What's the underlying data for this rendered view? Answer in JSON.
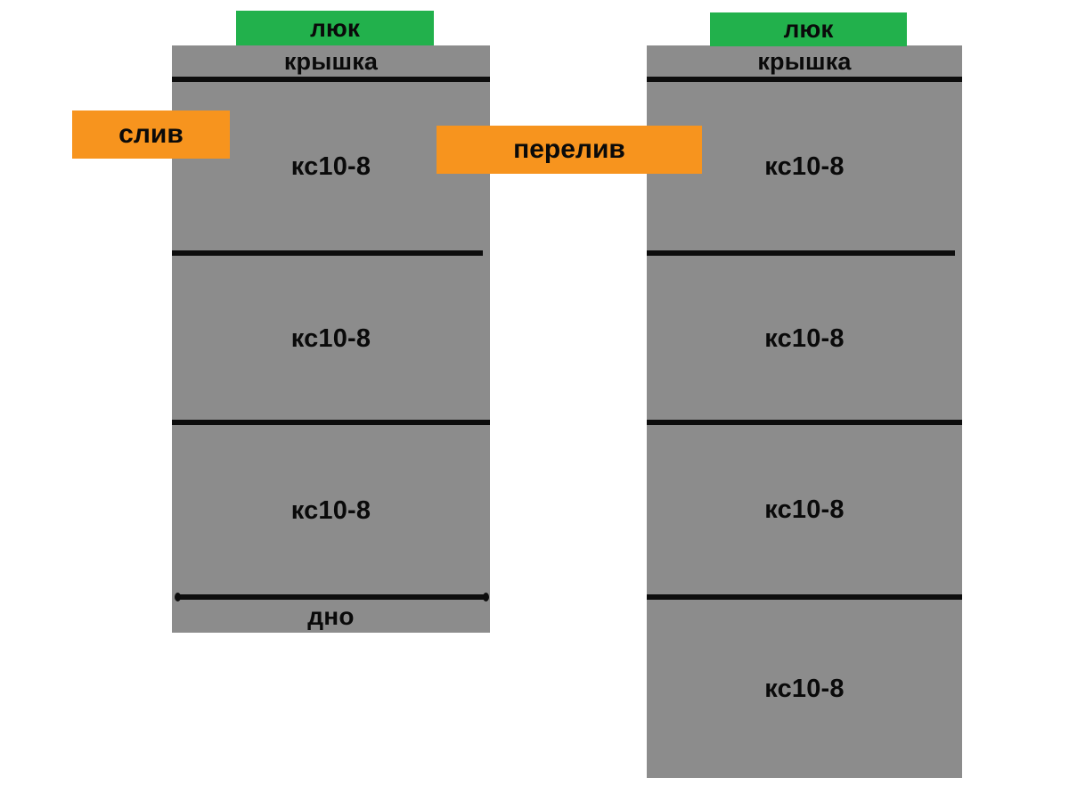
{
  "diagram": {
    "title": "Septic tank two-chamber scheme",
    "background_color": "#ffffff",
    "colors": {
      "concrete": "#8c8c8c",
      "hatch_green": "#22b14c",
      "pipe_orange": "#f7941e",
      "line_black": "#0d0d0d",
      "text": "#0a0a0a"
    }
  },
  "left_tank": {
    "name": "left-chamber",
    "hatch_label": "люк",
    "sections": [
      {
        "label": "крышка",
        "kind": "lid"
      },
      {
        "label": "кс10-8",
        "kind": "ring"
      },
      {
        "label": "кс10-8",
        "kind": "ring"
      },
      {
        "label": "кс10-8",
        "kind": "ring"
      },
      {
        "label": "дно",
        "kind": "bottom"
      }
    ]
  },
  "right_tank": {
    "name": "right-chamber",
    "hatch_label": "люк",
    "sections": [
      {
        "label": "крышка",
        "kind": "lid"
      },
      {
        "label": "кс10-8",
        "kind": "ring"
      },
      {
        "label": "кс10-8",
        "kind": "ring"
      },
      {
        "label": "кс10-8",
        "kind": "ring"
      },
      {
        "label": "кс10-8",
        "kind": "ring"
      }
    ]
  },
  "pipes": {
    "drain_label": "слив",
    "overflow_label": "перелив"
  }
}
